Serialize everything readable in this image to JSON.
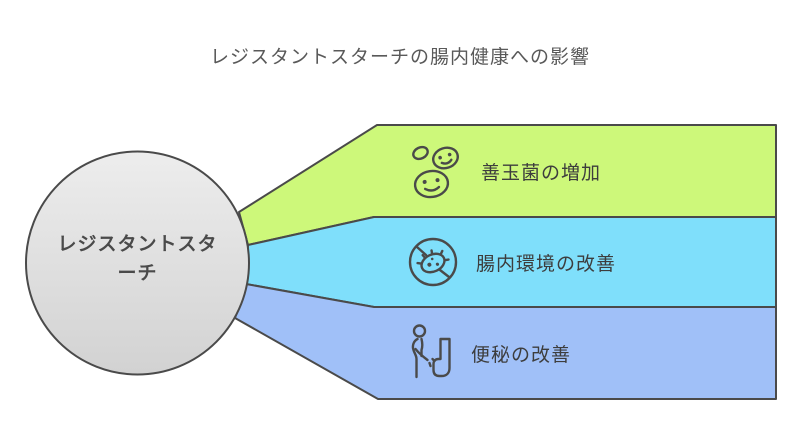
{
  "title": "レジスタントスターチの腸内健康への影響",
  "center": {
    "label": "レジスタントスターチ"
  },
  "items": [
    {
      "label": "善玉菌の増加",
      "color": "#cdf87a",
      "icon": "bacteria-smiley-icon"
    },
    {
      "label": "腸内環境の改善",
      "color": "#7fdffb",
      "icon": "no-bacteria-icon"
    },
    {
      "label": "便秘の改善",
      "color": "#a0c0f8",
      "icon": "person-toilet-icon"
    }
  ],
  "colors": {
    "border": "#4a4a4a",
    "circle_fill_top": "#ededed",
    "circle_fill_bottom": "#d2d2d2",
    "title_text": "#595959",
    "label_text": "#3d3d3d"
  }
}
